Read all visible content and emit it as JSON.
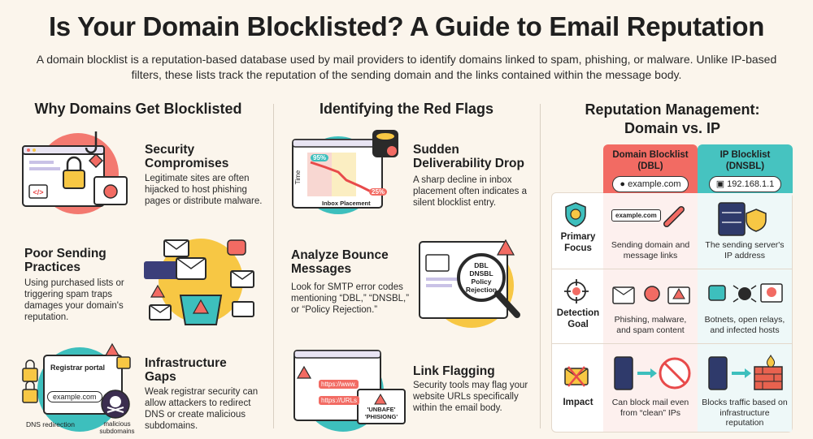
{
  "title": "Is Your Domain Blocklisted? A Guide to Email Reputation",
  "intro": "A domain blocklist is a reputation-based database used by mail providers to identify domains linked to spam, phishing, or malware. Unlike IP-based filters, these lists track the reputation of the sending domain and the links contained within the message body.",
  "col1": {
    "title": "Why Domains Get Blocklisted",
    "items": [
      {
        "title": "Security Compromises",
        "desc": "Legitimate sites are often hijacked to host phishing pages or distribute malware."
      },
      {
        "title": "Poor Sending Practices",
        "desc": "Using purchased lists or triggering spam traps damages your domain's reputation."
      },
      {
        "title": "Infrastructure Gaps",
        "desc": "Weak registrar security can allow attackers to redirect DNS or create malicious subdomains."
      }
    ],
    "ill3": {
      "portal": "Registrar portal",
      "domain": "example.com",
      "dns": "DNS redirection",
      "malicious": "malicious subdomains"
    }
  },
  "col2": {
    "title": "Identifying the Red Flags",
    "items": [
      {
        "title": "Sudden Deliverability Drop",
        "desc": "A sharp decline in inbox placement often indicates a silent blocklist entry."
      },
      {
        "title": "Analyze Bounce Messages",
        "desc": "Look for SMTP error codes mentioning “DBL,” “DNSBL,” or “Policy Rejection.”"
      },
      {
        "title": "Link Flagging",
        "desc": "Security tools may flag your website URLs specifically within the email body."
      }
    ],
    "ill1": {
      "high": "95%",
      "low": "25%",
      "yaxis": "Time",
      "xaxis": "Inbox Placement"
    },
    "ill2": {
      "l1": "DBL",
      "l2": "DNSBL",
      "l3": "Policy",
      "l4": "Rejection"
    },
    "ill3": {
      "u1": "https://www.",
      "u2": "https://URLs",
      "w1": "'UNBAFE'",
      "w2": "'PHISIONG'"
    }
  },
  "col3": {
    "title_line1": "Reputation Management:",
    "title_line2": "Domain vs. IP",
    "dbl_header": "Domain Blocklist (DBL)",
    "dbl_chip": "example.com",
    "ip_header": "IP Blocklist (DNSBL)",
    "ip_chip": "192.168.1.1",
    "rows": [
      {
        "label": "Primary Focus",
        "dbl": "Sending domain and message links",
        "ip": "The sending server's IP address"
      },
      {
        "label": "Detection Goal",
        "dbl": "Phishing, malware, and spam content",
        "ip": "Botnets, open relays, and infected hosts"
      },
      {
        "label": "Impact",
        "dbl": "Can block mail even from “clean” IPs",
        "ip": "Blocks traffic based on infrastructure reputation"
      }
    ],
    "row1_ill": "example.com"
  },
  "colors": {
    "red": "#ee5f57",
    "teal": "#3dbfbd",
    "yellow": "#f7c744",
    "dark": "#2a2a2a",
    "dbl_bg": "#f26b63",
    "ip_bg": "#46c3c0"
  }
}
